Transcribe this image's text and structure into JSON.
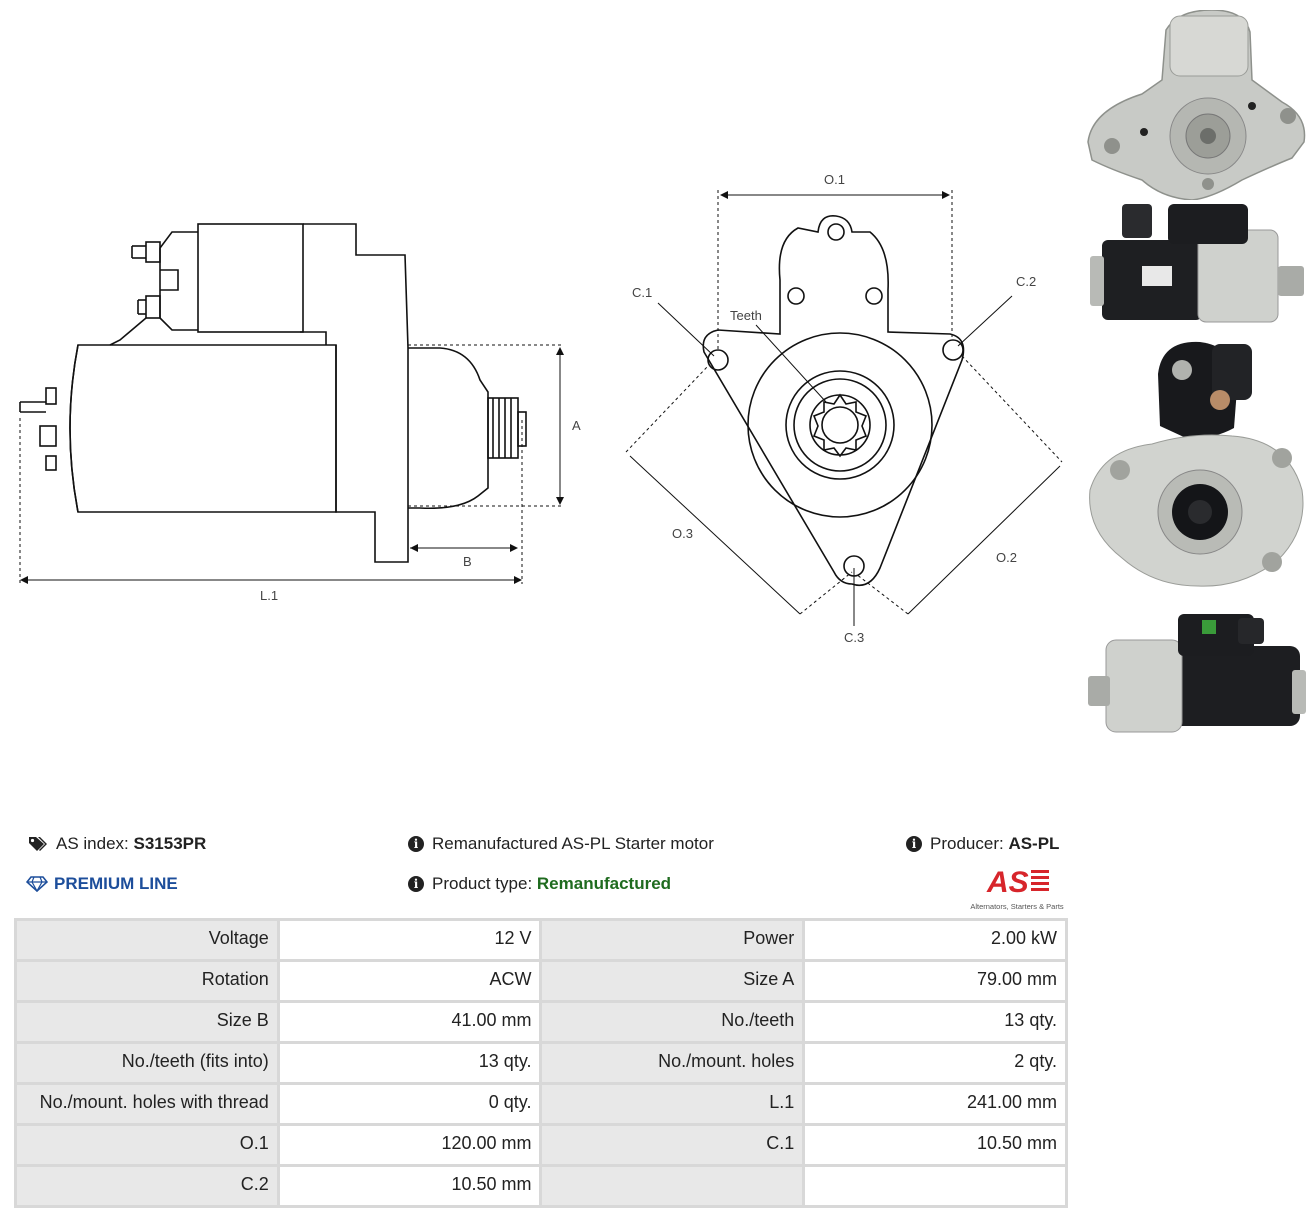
{
  "drawing": {
    "labels": {
      "a": "A",
      "b": "B",
      "l1": "L.1",
      "o1": "O.1",
      "o2": "O.2",
      "o3": "O.3",
      "c1": "C.1",
      "c2": "C.2",
      "c3": "C.3",
      "teeth": "Teeth"
    }
  },
  "photos": [
    "starter-front-view",
    "starter-side-view-top",
    "starter-rear-view",
    "starter-side-view-bottom"
  ],
  "info": {
    "as_index_label": "AS index:",
    "as_index_value": "S3153PR",
    "premium_line": "PREMIUM LINE",
    "description": "Remanufactured AS-PL Starter motor",
    "product_type_label": "Product type:",
    "product_type_value": "Remanufactured",
    "producer_label": "Producer:",
    "producer_value": "AS-PL",
    "logo_text": "AS",
    "logo_tagline": "Alternators, Starters & Parts",
    "colors": {
      "premium": "#1d4e9b",
      "product_type": "#1f6b1f",
      "logo": "#d7252b"
    }
  },
  "specs": [
    {
      "k1": "Voltage",
      "v1": "12 V",
      "k2": "Power",
      "v2": "2.00 kW"
    },
    {
      "k1": "Rotation",
      "v1": "ACW",
      "k2": "Size A",
      "v2": "79.00 mm"
    },
    {
      "k1": "Size B",
      "v1": "41.00 mm",
      "k2": "No./teeth",
      "v2": "13 qty."
    },
    {
      "k1": "No./teeth (fits into)",
      "v1": "13 qty.",
      "k2": "No./mount. holes",
      "v2": "2 qty."
    },
    {
      "k1": "No./mount. holes with thread",
      "v1": "0 qty.",
      "k2": "L.1",
      "v2": "241.00 mm"
    },
    {
      "k1": "O.1",
      "v1": "120.00 mm",
      "k2": "C.1",
      "v2": "10.50 mm"
    },
    {
      "k1": "C.2",
      "v1": "10.50 mm",
      "k2": "",
      "v2": ""
    }
  ]
}
